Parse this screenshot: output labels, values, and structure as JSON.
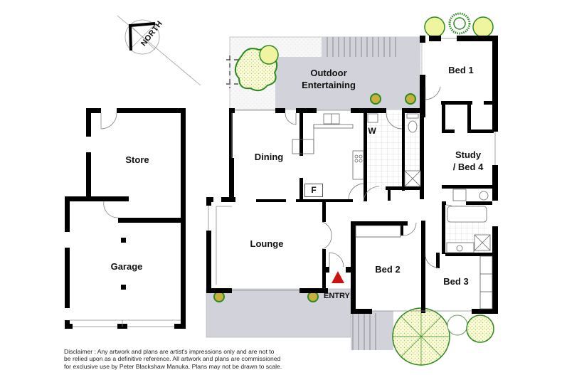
{
  "compass": {
    "label": "NORTH",
    "icon": "north-arrow-icon"
  },
  "rooms": {
    "outdoor_entertaining": "Outdoor\nEntertaining",
    "outdoor_line1": "Outdoor",
    "outdoor_line2": "Entertaining",
    "bed1": "Bed 1",
    "study_line1": "Study",
    "study_line2": "/ Bed 4",
    "dining": "Dining",
    "store": "Store",
    "garage": "Garage",
    "lounge": "Lounge",
    "bed2": "Bed 2",
    "bed3": "Bed 3"
  },
  "fixtures": {
    "laundry_tag": "W",
    "fridge_tag": "F"
  },
  "entry": {
    "label": "ENTRY",
    "marker_color": "#cc1111"
  },
  "colors": {
    "wall": "#000000",
    "paving": "#d2d3da",
    "garden_speckle": "#f4f4f4",
    "tree_green": "#2a8a1e",
    "tree_fill": "#f4f3a6",
    "tile_line": "#d8d8d8"
  },
  "disclaimer": {
    "line1": "Disclaimer : Any artwork and plans are artist's impressions only and are not to",
    "line2": "be relied upon as a definitive reference. All artwork and plans are commissioned",
    "line3": "for exclusive use by Peter Blackshaw Manuka. Plans may not be drawn to scale."
  }
}
